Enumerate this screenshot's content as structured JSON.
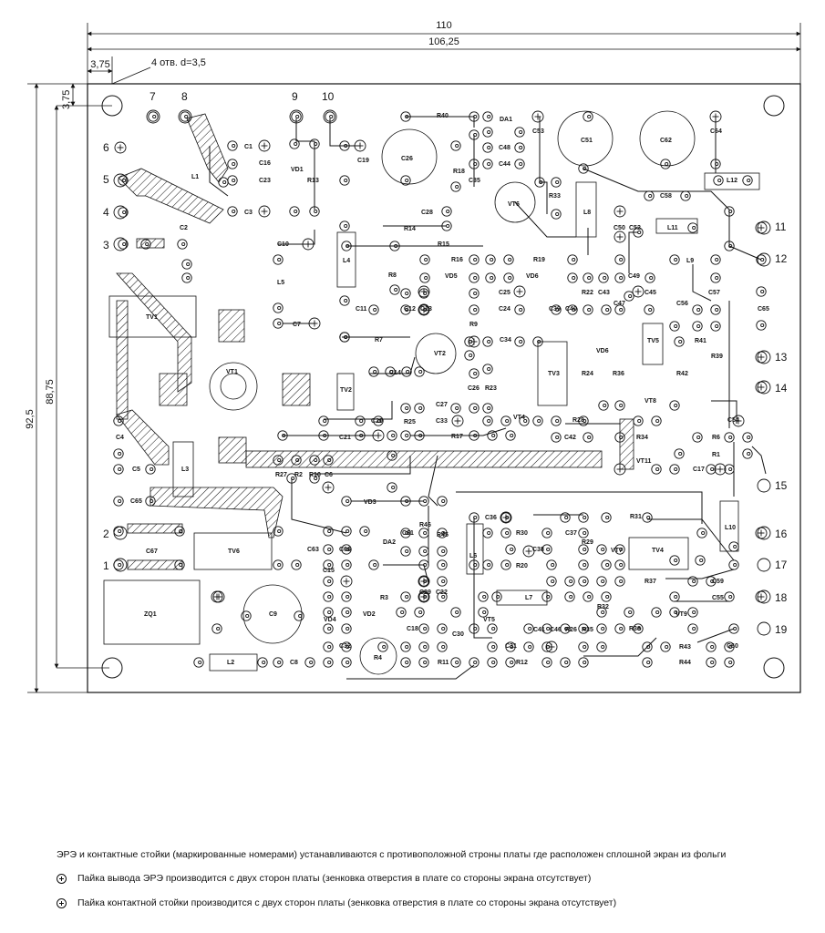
{
  "dimensions": {
    "overall_width": "110",
    "board_width": "106,25",
    "offset_x": "3,75",
    "offset_y": "3,75",
    "overall_height": "92,5",
    "board_height": "88,75",
    "holes_note": "4 отв. d=3,5"
  },
  "pins": [
    "1",
    "2",
    "3",
    "4",
    "5",
    "6",
    "7",
    "8",
    "9",
    "10",
    "11",
    "12",
    "13",
    "14",
    "15",
    "16",
    "17",
    "18",
    "19"
  ],
  "components": [
    "L1",
    "TV1",
    "TV2",
    "TV3",
    "TV4",
    "TV5",
    "TV6",
    "VT1",
    "VT2",
    "VT4",
    "VT5",
    "VT6",
    "VT7",
    "VT8",
    "VT9",
    "VT11",
    "VD1",
    "VD2",
    "VD3",
    "VD4",
    "VD5",
    "VD6",
    "DA1",
    "DA2",
    "ZQ1",
    "R1",
    "R2",
    "R3",
    "R4",
    "R6",
    "R7",
    "R8",
    "R9",
    "R10",
    "R11",
    "R12",
    "R13",
    "R14",
    "R15",
    "R16",
    "R17",
    "R18",
    "R19",
    "R20",
    "R22",
    "R23",
    "R24",
    "R25",
    "R26",
    "R27",
    "R28",
    "R29",
    "R30",
    "R31",
    "R32",
    "R33",
    "R34",
    "R35",
    "R36",
    "R37",
    "R38",
    "R39",
    "R40",
    "R41",
    "R42",
    "R43",
    "R44",
    "R45",
    "R46",
    "C1",
    "C2",
    "C3",
    "C4",
    "C5",
    "C6",
    "C7",
    "C8",
    "C9",
    "C10",
    "C11",
    "C12",
    "C13",
    "C14",
    "C15",
    "C16",
    "C17",
    "C18",
    "C19",
    "C20",
    "C21",
    "C22",
    "C23",
    "C24",
    "C25",
    "C26",
    "C27",
    "C28",
    "C29",
    "C30",
    "C31",
    "C32",
    "C33",
    "C34",
    "C35",
    "C36",
    "C37",
    "C38",
    "C39",
    "C40",
    "C41",
    "C42",
    "C43",
    "C44",
    "C45",
    "C46",
    "C47",
    "C48",
    "C49",
    "C50",
    "C51",
    "C52",
    "C53",
    "C54",
    "C55",
    "C56",
    "C57",
    "C58",
    "C59",
    "C60",
    "C61",
    "C62",
    "C63",
    "C64",
    "C65",
    "C66",
    "C67",
    "L2",
    "L3",
    "L4",
    "L5",
    "L6",
    "L7",
    "L8",
    "L9",
    "L10",
    "L11",
    "L12"
  ],
  "notes": {
    "main": "ЭРЭ и контактные стойки (маркированные номерами) устанавливаются с противоположной строны платы где расположен сплошной экран из фольги",
    "legend_1": "Пайка вывода ЭРЭ производится с двух сторон платы (зенковка отверстия в плате со стороны экрана отсутствует)",
    "legend_2": "Пайка контактной стойки производится с двух сторон платы (зенковка отверстия в плате со стороны экрана отсутствует)"
  },
  "colors": {
    "ink": "#111111",
    "paper": "#ffffff"
  }
}
